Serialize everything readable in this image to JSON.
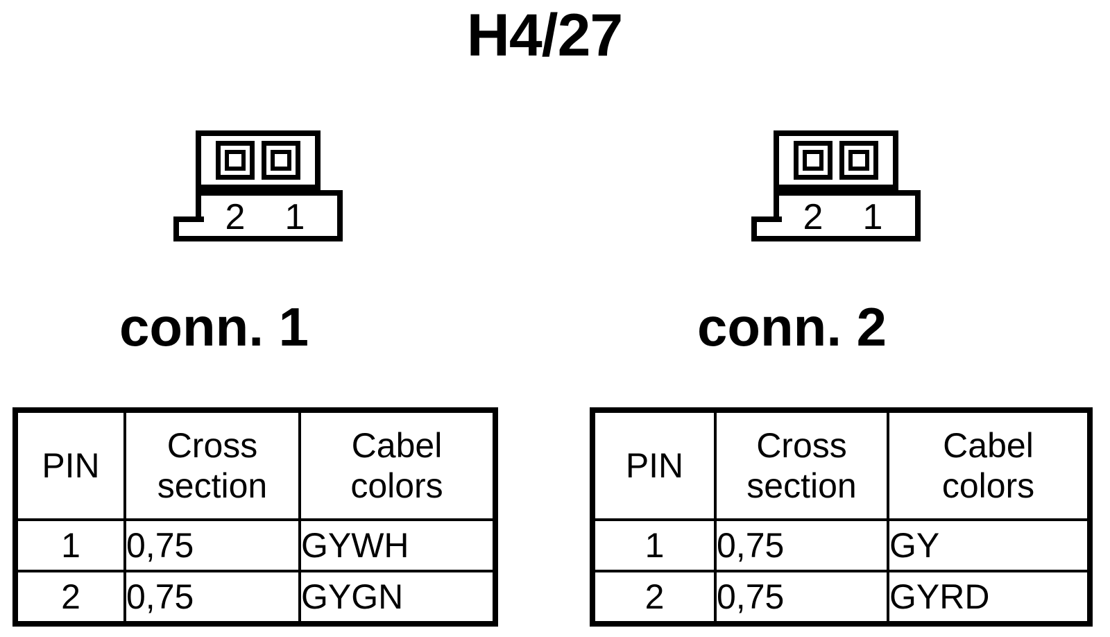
{
  "title": "H4/27",
  "connectors": [
    {
      "caption": "conn. 1",
      "symbol": {
        "pin_left_label": "2",
        "pin_right_label": "1",
        "pin_count": 2
      },
      "table": {
        "headers": {
          "pin": "PIN",
          "cross_line1": "Cross",
          "cross_line2": "section",
          "color_line1": "Cabel",
          "color_line2": "colors"
        },
        "rows": [
          {
            "pin": "1",
            "cross_section": "0,75",
            "cable_colors": "GYWH"
          },
          {
            "pin": "2",
            "cross_section": "0,75",
            "cable_colors": "GYGN"
          }
        ]
      }
    },
    {
      "caption": "conn. 2",
      "symbol": {
        "pin_left_label": "2",
        "pin_right_label": "1",
        "pin_count": 2
      },
      "table": {
        "headers": {
          "pin": "PIN",
          "cross_line1": "Cross",
          "cross_line2": "section",
          "color_line1": "Cabel",
          "color_line2": "colors"
        },
        "rows": [
          {
            "pin": "1",
            "cross_section": "0,75",
            "cable_colors": "GY"
          },
          {
            "pin": "2",
            "cross_section": "0,75",
            "cable_colors": "GYRD"
          }
        ]
      }
    }
  ],
  "colors": {
    "ink": "#000000",
    "paper": "#ffffff"
  }
}
